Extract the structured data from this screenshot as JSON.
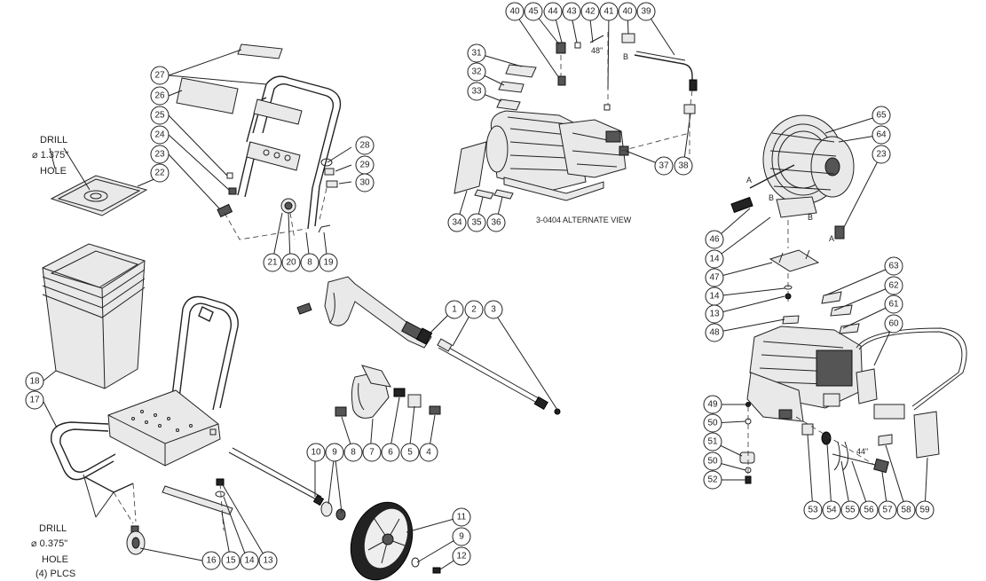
{
  "labels": {
    "drill_top_1": "DRILL",
    "drill_top_2": "⌀ 1.375\"",
    "drill_top_3": "HOLE",
    "drill_bottom_1": "DRILL",
    "drill_bottom_2": "⌀ 0.375\"",
    "drill_bottom_3": "HOLE",
    "drill_bottom_4": "(4) PLCS",
    "alternate_view": "3-0404 ALTERNATE VIEW",
    "dim_48": "48\"",
    "dim_44": "44\"",
    "conn_a1": "A",
    "conn_a2": "A",
    "conn_b1": "B",
    "conn_b2": "B",
    "conn_b3": "B"
  },
  "callouts": {
    "c1": "1",
    "c2": "2",
    "c3": "3",
    "c4": "4",
    "c5": "5",
    "c6": "6",
    "c7": "7",
    "c8a": "8",
    "c8b": "8",
    "c9a": "9",
    "c9b": "9",
    "c10": "10",
    "c11": "11",
    "c12": "12",
    "c13a": "13",
    "c13b": "13",
    "c14a": "14",
    "c14b": "14",
    "c14c": "14",
    "c15": "15",
    "c16": "16",
    "c17": "17",
    "c18": "18",
    "c19": "19",
    "c20": "20",
    "c21": "21",
    "c22": "22",
    "c23a": "23",
    "c23b": "23",
    "c24": "24",
    "c25": "25",
    "c26": "26",
    "c27": "27",
    "c28": "28",
    "c29": "29",
    "c30": "30",
    "c31": "31",
    "c32": "32",
    "c33": "33",
    "c34": "34",
    "c35": "35",
    "c36": "36",
    "c37": "37",
    "c38": "38",
    "c39": "39",
    "c40a": "40",
    "c40b": "40",
    "c41": "41",
    "c42": "42",
    "c43": "43",
    "c44": "44",
    "c45": "45",
    "c46": "46",
    "c47": "47",
    "c48": "48",
    "c49": "49",
    "c50a": "50",
    "c50b": "50",
    "c51": "51",
    "c52": "52",
    "c53": "53",
    "c54": "54",
    "c55": "55",
    "c56": "56",
    "c57": "57",
    "c58": "58",
    "c59": "59",
    "c60": "60",
    "c61": "61",
    "c62": "62",
    "c63": "63",
    "c64": "64",
    "c65": "65"
  }
}
